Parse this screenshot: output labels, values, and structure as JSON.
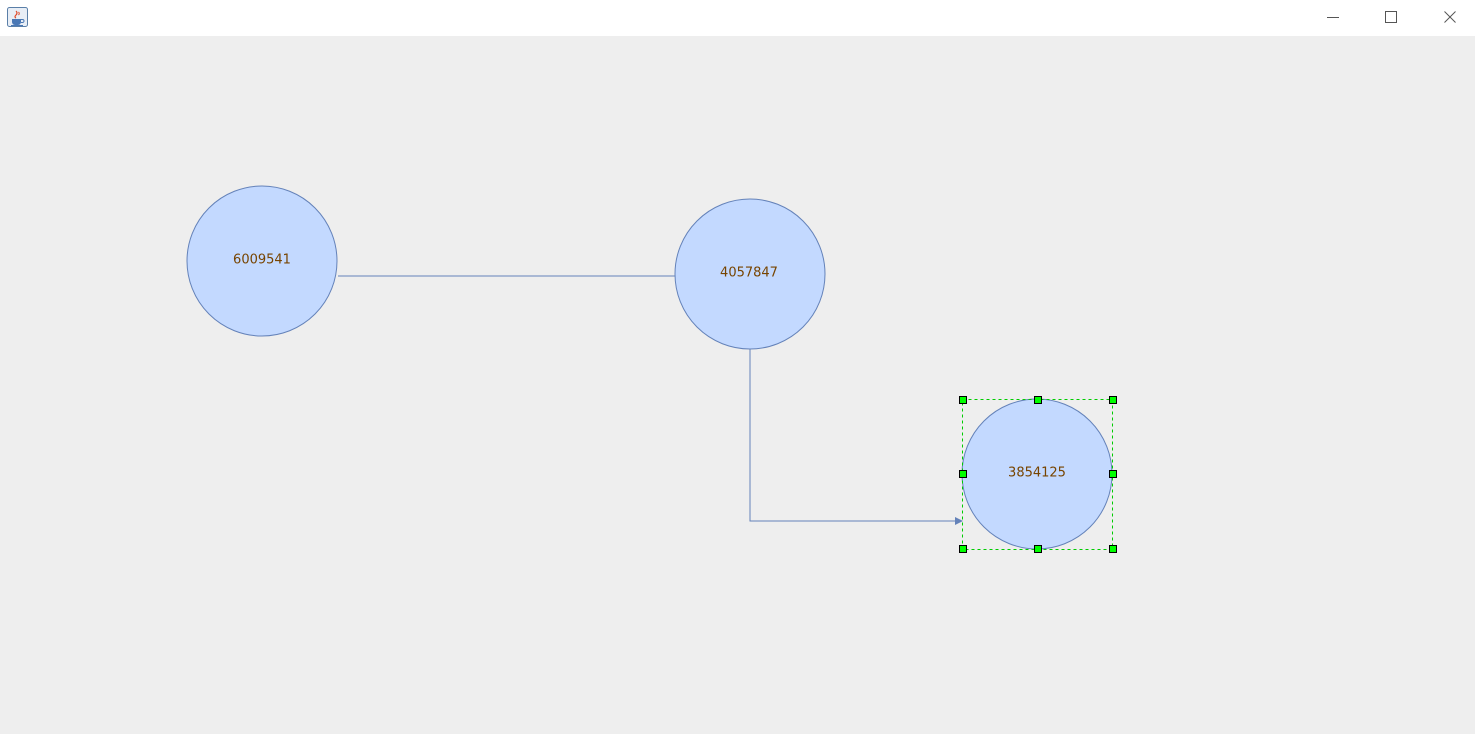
{
  "window": {
    "title": "",
    "controls": {
      "minimize": "minimize-icon",
      "maximize": "maximize-icon",
      "close": "close-icon"
    }
  },
  "graph": {
    "nodes": [
      {
        "id": "n1",
        "label": "6009541",
        "selected": false
      },
      {
        "id": "n2",
        "label": "4057847",
        "selected": false
      },
      {
        "id": "n3",
        "label": "3854125",
        "selected": true
      }
    ],
    "edges": [
      {
        "from": "n1",
        "to": "n2"
      },
      {
        "from": "n2",
        "to": "n3"
      }
    ]
  },
  "colors": {
    "canvas_background": "#eeeeee",
    "node_fill": "#c3d9ff",
    "node_stroke": "#6482b9",
    "node_label": "#774400",
    "edge": "#6482b9",
    "selection": "#00ff00"
  }
}
